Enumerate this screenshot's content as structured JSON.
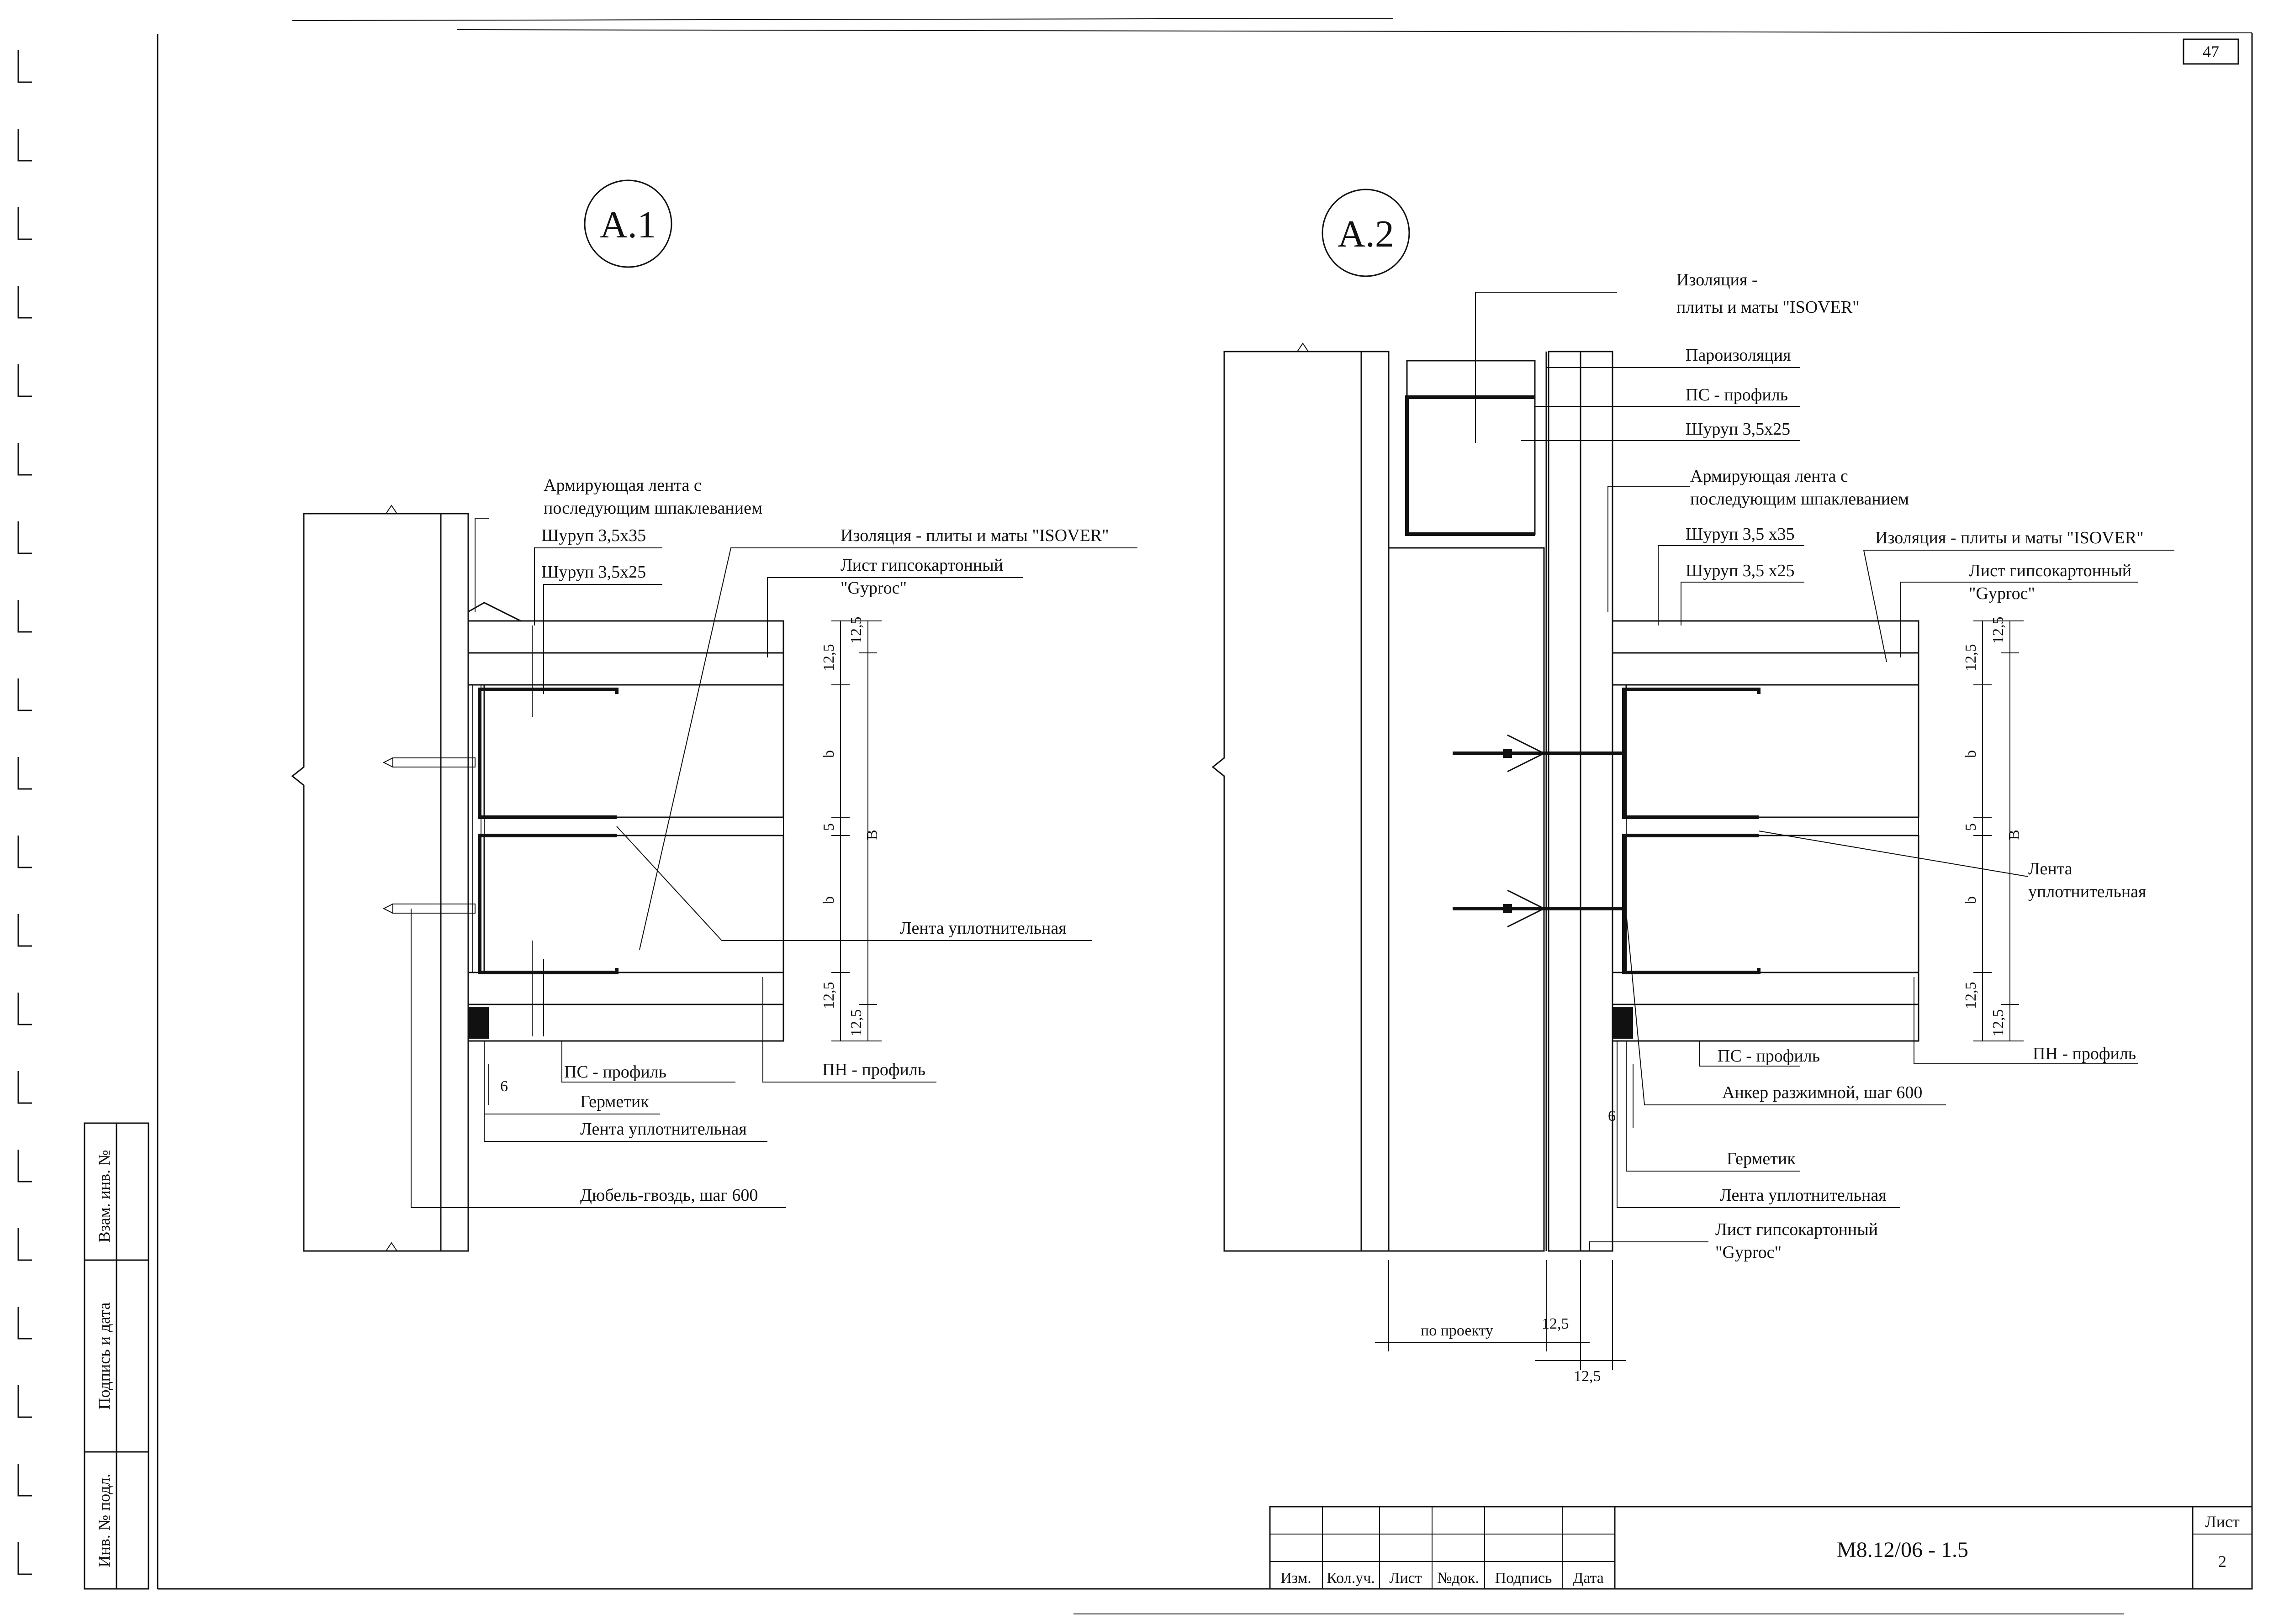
{
  "sheet": {
    "page_number": "47",
    "doc_code": "M8.12/06 - 1.5",
    "sheet_label": "Лист",
    "sheet_number": "2",
    "stamp_headers": [
      "Изм.",
      "Кол.уч.",
      "Лист",
      "№док.",
      "Подпись",
      "Дата"
    ],
    "side_fields": [
      "Взам. инв. №",
      "Подпись и дата",
      "Инв. № подл."
    ]
  },
  "detail_a1": {
    "title": "А.1",
    "labels": {
      "tape_line1": "Армирующая лента с",
      "tape_line2": "последующим шпаклеванием",
      "screw_35": "Шуруп 3,5х35",
      "screw_25": "Шуруп 3,5х25",
      "insulation": "Изоляция - плиты и маты \"ISOVER\"",
      "gypsum_line1": "Лист гипсокартонный",
      "gypsum_line2": "\"Gyproc\"",
      "sealing_tape_right": "Лента уплотнительная",
      "ps_profile": "ПС - профиль",
      "pn_profile": "ПН - профиль",
      "sealant": "Герметик",
      "sealing_tape_bottom": "Лента уплотнительная",
      "dowel": "Дюбель-гвоздь, шаг 600"
    },
    "dims": {
      "d125": "12,5",
      "b": "b",
      "five": "5",
      "B": "В",
      "six": "6"
    }
  },
  "detail_a2": {
    "title": "А.2",
    "labels": {
      "insulation_top_line1": "Изоляция -",
      "insulation_top_line2": "плиты и маты \"ISOVER\"",
      "vapor": "Пароизоляция",
      "ps_profile_top": "ПС - профиль",
      "screw_25_top": "Шуруп 3,5х25",
      "tape_line1": "Армирующая лента с",
      "tape_line2": "последующим шпаклеванием",
      "screw_35": "Шуруп 3,5 х35",
      "screw_25": "Шуруп 3,5 х25",
      "insulation": "Изоляция - плиты и маты \"ISOVER\"",
      "gypsum_line1": "Лист гипсокартонный",
      "gypsum_line2": "\"Gyproc\"",
      "sealing_line1": "Лента",
      "sealing_line2": "уплотнительная",
      "ps_profile": "ПС - профиль",
      "pn_profile": "ПН - профиль",
      "anchor": "Анкер разжимной, шаг 600",
      "sealant": "Герметик",
      "sealing_tape": "Лента уплотнительная",
      "gypsum_b_line1": "Лист гипсокартонный",
      "gypsum_b_line2": "\"Gyproc\"",
      "by_project": "по проекту"
    },
    "dims": {
      "d125": "12,5",
      "b": "b",
      "five": "5",
      "B": "В",
      "six": "6"
    }
  }
}
